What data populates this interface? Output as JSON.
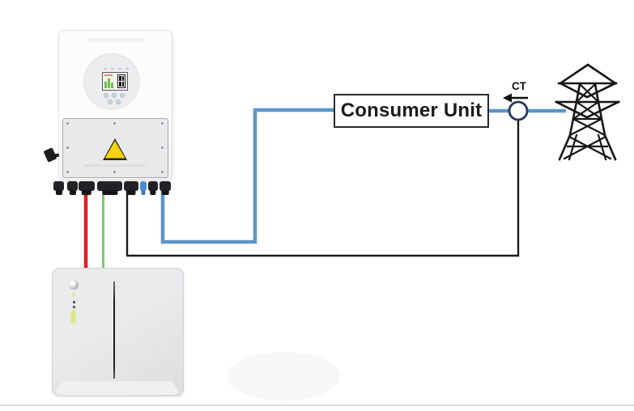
{
  "diagram": {
    "title_context": "Hybrid inverter, battery, consumer unit and grid CT wiring diagram",
    "labels": {
      "consumer_unit": "Consumer Unit",
      "ct": "CT"
    },
    "icons": {
      "warning_bolt": "⚡",
      "ct_arrow": "left-arrow"
    },
    "colors": {
      "wire_red": "#da2128",
      "wire_green": "#7dc87a",
      "wire_black": "#1c1c1c",
      "wire_blue": "#5b96c8",
      "ct_ring": "#25365e",
      "pylon": "#161616",
      "arrow": "#111111",
      "warning_yellow": "#f5d40f",
      "consumer_unit_border": "#2b2b2b"
    }
  }
}
